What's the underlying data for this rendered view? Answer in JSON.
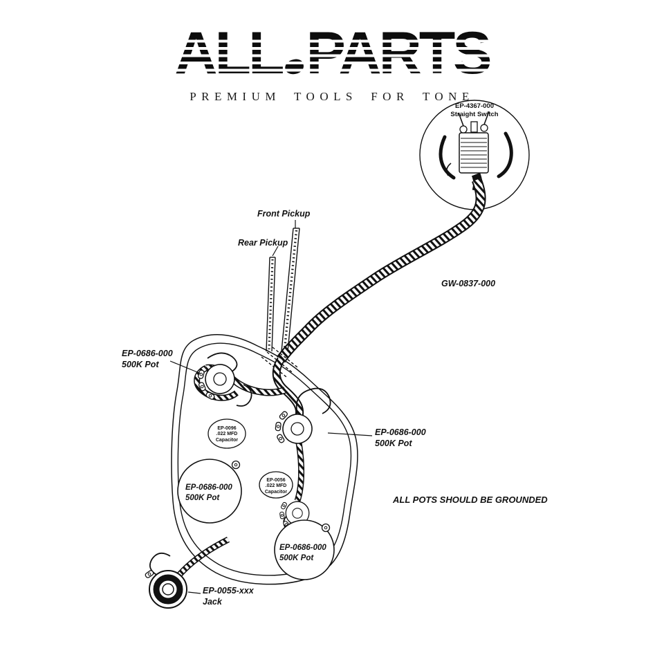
{
  "logo": {
    "part1": "ALL",
    "part2": "PARTS",
    "tagline": "PREMIUM TOOLS FOR TONE"
  },
  "diagram": {
    "switch_label": {
      "line1": "EP-4367-000",
      "line2": "Straight Switch"
    },
    "front_pickup": "Front Pickup",
    "rear_pickup": "Rear Pickup",
    "ground_wire": "GW-0837-000",
    "pot_upper_left": {
      "line1": "EP-0686-000",
      "line2": "500K Pot"
    },
    "pot_middle": {
      "line1": "EP-0686-000",
      "line2": "500K Pot"
    },
    "pot_lower_left": {
      "line1": "EP-0686-000",
      "line2": "500K Pot"
    },
    "pot_bottom_right": {
      "line1": "EP-0686-000",
      "line2": "500K Pot"
    },
    "cap_left": {
      "line1": "EP-0096",
      "line2": ".022 MFD",
      "line3": "Capacitor"
    },
    "cap_right": {
      "line1": "EP-0056",
      "line2": ".022 MFD",
      "line3": "Capacitor"
    },
    "note": "ALL POTS SHOULD BE GROUNDED",
    "jack": {
      "line1": "EP-0055-xxx",
      "line2": "Jack"
    }
  },
  "colors": {
    "ink": "#111111",
    "background": "#ffffff"
  }
}
